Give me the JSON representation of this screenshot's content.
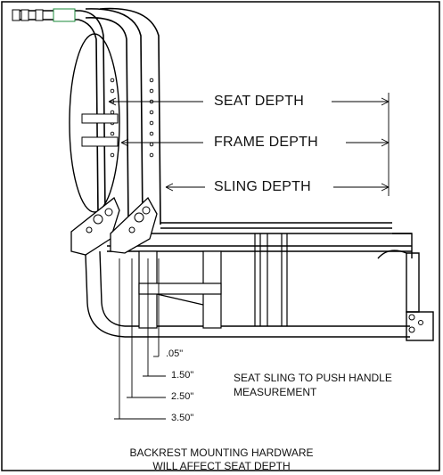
{
  "dimensions": {
    "seat_depth": "SEAT DEPTH",
    "frame_depth": "FRAME DEPTH",
    "sling_depth": "SLING DEPTH"
  },
  "offsets": [
    ".05\"",
    "1.50\"",
    "2.50\"",
    "3.50\""
  ],
  "note": {
    "line1": "SEAT SLING TO PUSH HANDLE",
    "line2": "MEASUREMENT"
  },
  "footer": {
    "line1": "BACKREST MOUNTING HARDWARE",
    "line2": "WILL AFFECT SEAT DEPTH"
  }
}
